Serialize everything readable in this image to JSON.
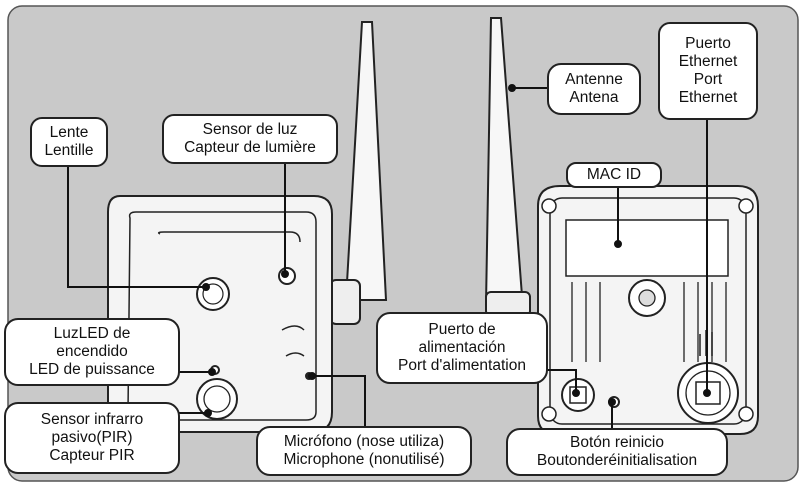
{
  "labels": {
    "lens": {
      "line1": "Lente",
      "line2": "Lentille"
    },
    "light_sensor": {
      "line1": "Sensor de luz",
      "line2": "Capteur de lumière"
    },
    "antenna": {
      "line1": "Antenne",
      "line2": "Antena"
    },
    "ethernet_port": {
      "line1": "Puerto",
      "line2": "Ethernet",
      "line3": "Port",
      "line4": "Ethernet"
    },
    "mac_id": {
      "line1": "MAC ID"
    },
    "power_led": {
      "line1": "LuzLED de",
      "line2": "encendido",
      "line3": "LED de puissance"
    },
    "power_port": {
      "line1": "Puerto de",
      "line2": "alimentación",
      "line3": "Port d'alimentation"
    },
    "pir_sensor": {
      "line1": "Sensor infrarro",
      "line2": "pasivo(PIR)",
      "line3": "Capteur PIR"
    },
    "microphone": {
      "line1": "Micrófono (nose utiliza)",
      "line2": "Microphone (nonutilisé)"
    },
    "reset_button": {
      "line1": "Botón reinicio",
      "line2": "Boutonderéinitialisation"
    }
  },
  "colors": {
    "background_panel": "#c9c9c9",
    "line": "#222222",
    "device_fill": "#f4f4f4"
  }
}
